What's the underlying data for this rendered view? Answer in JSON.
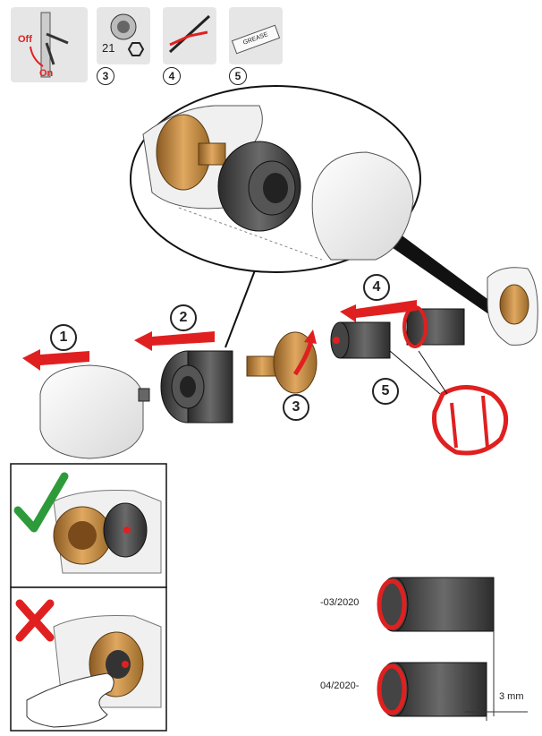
{
  "tools": {
    "valve": {
      "off_label": "Off",
      "on_label": "On"
    },
    "socket": {
      "size_label": "21",
      "index": "3"
    },
    "pliers": {
      "index": "4"
    },
    "grease": {
      "tube_label": "GREASE",
      "index": "5"
    }
  },
  "steps": [
    "1",
    "2",
    "3",
    "4",
    "5"
  ],
  "versions": {
    "old_label": "-03/2020",
    "new_label": "04/2020-",
    "diff_label": "3 mm"
  },
  "colors": {
    "accent_red": "#e02020",
    "check_green": "#2e9b3a",
    "brass": "#c8914a",
    "dark": "#3b3b3b"
  }
}
